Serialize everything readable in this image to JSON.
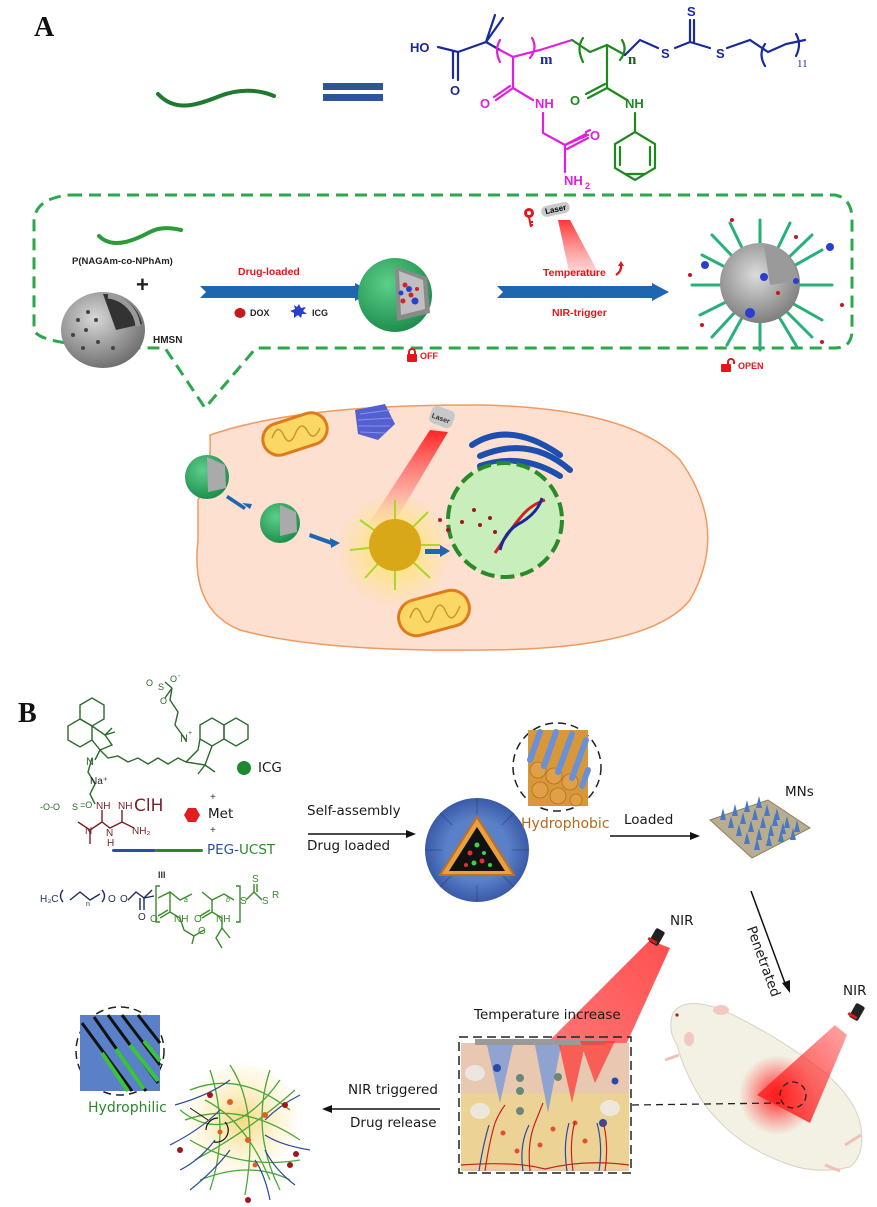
{
  "panel_a": {
    "label": "A",
    "structure": {
      "atoms": {
        "ho": "HO",
        "o_carboxyl": "O",
        "m": "m",
        "n": "n",
        "s1": "S",
        "s2": "S",
        "s_thione": "S",
        "sub11": "11",
        "o_nagam": "O",
        "nh_nagam": "NH",
        "o_amide": "O",
        "nh2": "NH",
        "nh2_sub": "2",
        "o_npham": "O",
        "nh_npham": "NH"
      },
      "colors": {
        "backbone": "#1a2a9c",
        "nagam": "#e020e0",
        "npham": "#1e8a1e"
      }
    },
    "scheme": {
      "polymer_label": "P(NAGAm-co-NPhAm)",
      "plus": "+",
      "hmsn_label": "HMSN",
      "step1_label": "Drug-loaded",
      "dox_label": "DOX",
      "icg_label": "ICG",
      "laser_label": "Laser",
      "temperature_label": "Temperature",
      "step2_label": "NIR-trigger",
      "off_label": "OFF",
      "open_label": "OPEN"
    },
    "cell": {
      "laser_label": "Laser"
    }
  },
  "panel_b": {
    "label": "B",
    "icg": {
      "label": "ICG",
      "atoms": {
        "n_plus": "N+",
        "n": "N",
        "na": "Na+",
        "so3_top": "O=S(=O)O-",
        "so3_bottom": "-O-O-S(=O)=O"
      }
    },
    "met": {
      "label": "Met",
      "salt": "ClH",
      "atoms": [
        "NH",
        "NH",
        "N",
        "H",
        "NH2"
      ],
      "plus_before": "+"
    },
    "peg_ucst": {
      "label_peg": "PEG-",
      "label_ucst": "UCST",
      "plus_before": "+",
      "equiv": "III"
    },
    "peg_structure": {
      "h3c": "H3C",
      "o": "O",
      "n": "n",
      "a": "a",
      "b": "b",
      "s": "S",
      "r": "R",
      "nh1": "NH",
      "nh2": "NH"
    },
    "arrow1": {
      "top": "Self-assembly",
      "bottom": "Drug loaded"
    },
    "hydrophobic_label": "Hydrophobic",
    "arrow2": {
      "label": "Loaded"
    },
    "mns_label": "MNs",
    "arrow3": {
      "label": "Penetrated"
    },
    "nir_label_1": "NIR",
    "nir_label_2": "NIR",
    "temperature_label": "Temperature increase",
    "arrow4": {
      "top": "NIR triggered",
      "bottom": "Drug release"
    },
    "hydrophilic_label": "Hydrophilic"
  }
}
